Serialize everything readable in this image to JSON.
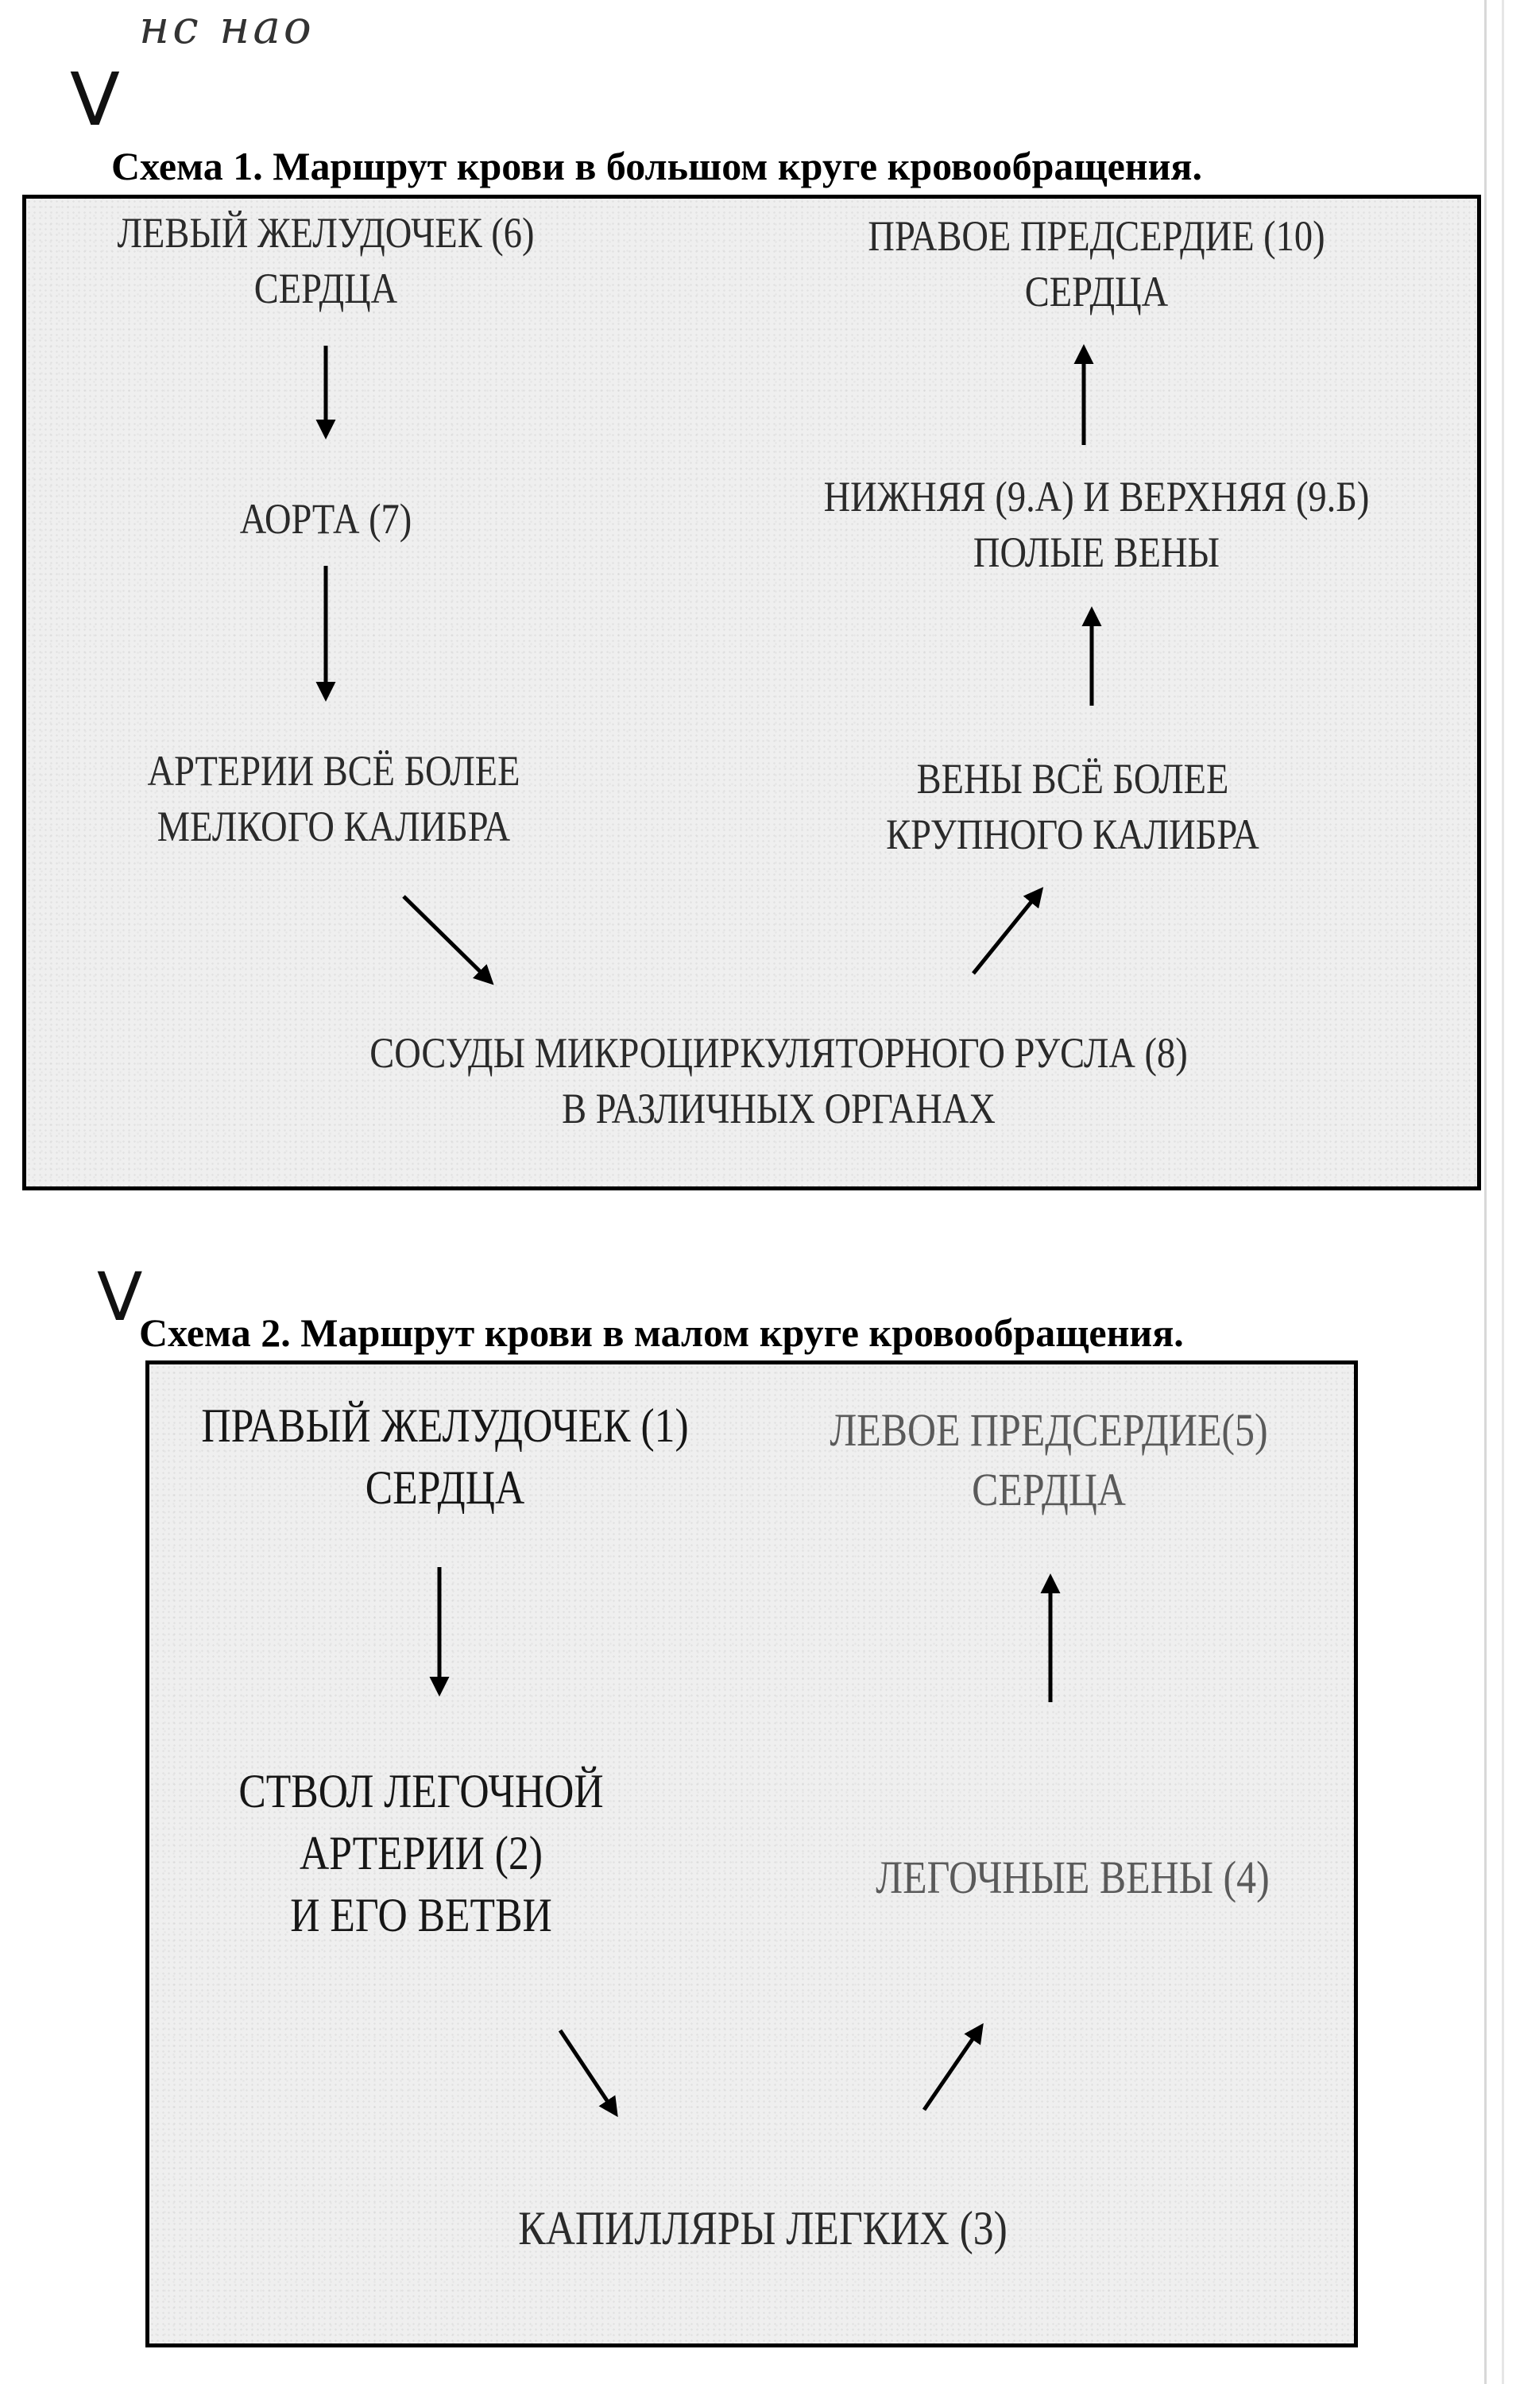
{
  "handwritten_note": "нс нао",
  "check_mark": "V",
  "scheme1": {
    "title": "Схема 1. Маршрут крови в большом круге кровообращения.",
    "left_ventricle": [
      "ЛЕВЫЙ ЖЕЛУДОЧЕК (6)",
      "СЕРДЦА"
    ],
    "aorta": [
      "АОРТА (7)"
    ],
    "arteries": [
      "АРТЕРИИ ВСЁ БОЛЕЕ",
      "МЕЛКОГО КАЛИБРА"
    ],
    "microvessels": [
      "СОСУДЫ МИКРОЦИРКУЛЯТОРНОГО РУСЛА (8)",
      "В РАЗЛИЧНЫХ ОРГАНАХ"
    ],
    "veins": [
      "ВЕНЫ ВСЁ БОЛЕЕ",
      "КРУПНОГО КАЛИБРА"
    ],
    "venae_cavae": [
      "НИЖНЯЯ (9.А) И ВЕРХНЯЯ (9.Б)",
      "ПОЛЫЕ ВЕНЫ"
    ],
    "right_atrium": [
      "ПРАВОЕ ПРЕДСЕРДИЕ (10)",
      "СЕРДЦА"
    ]
  },
  "scheme2": {
    "title": "Схема 2. Маршрут крови в малом круге кровообращения.",
    "right_ventricle": [
      "ПРАВЫЙ ЖЕЛУДОЧЕК (1)",
      "СЕРДЦА"
    ],
    "pulmonary_trunk": [
      "СТВОЛ ЛЕГОЧНОЙ",
      "АРТЕРИИ (2)",
      "И ЕГО ВЕТВИ"
    ],
    "capillaries": [
      "КАПИЛЛЯРЫ ЛЕГКИХ (3)"
    ],
    "pulmonary_veins": [
      "ЛЕГОЧНЫЕ ВЕНЫ (4)"
    ],
    "left_atrium": [
      "ЛЕВОЕ ПРЕДСЕРДИЕ(5)",
      "СЕРДЦА"
    ]
  }
}
